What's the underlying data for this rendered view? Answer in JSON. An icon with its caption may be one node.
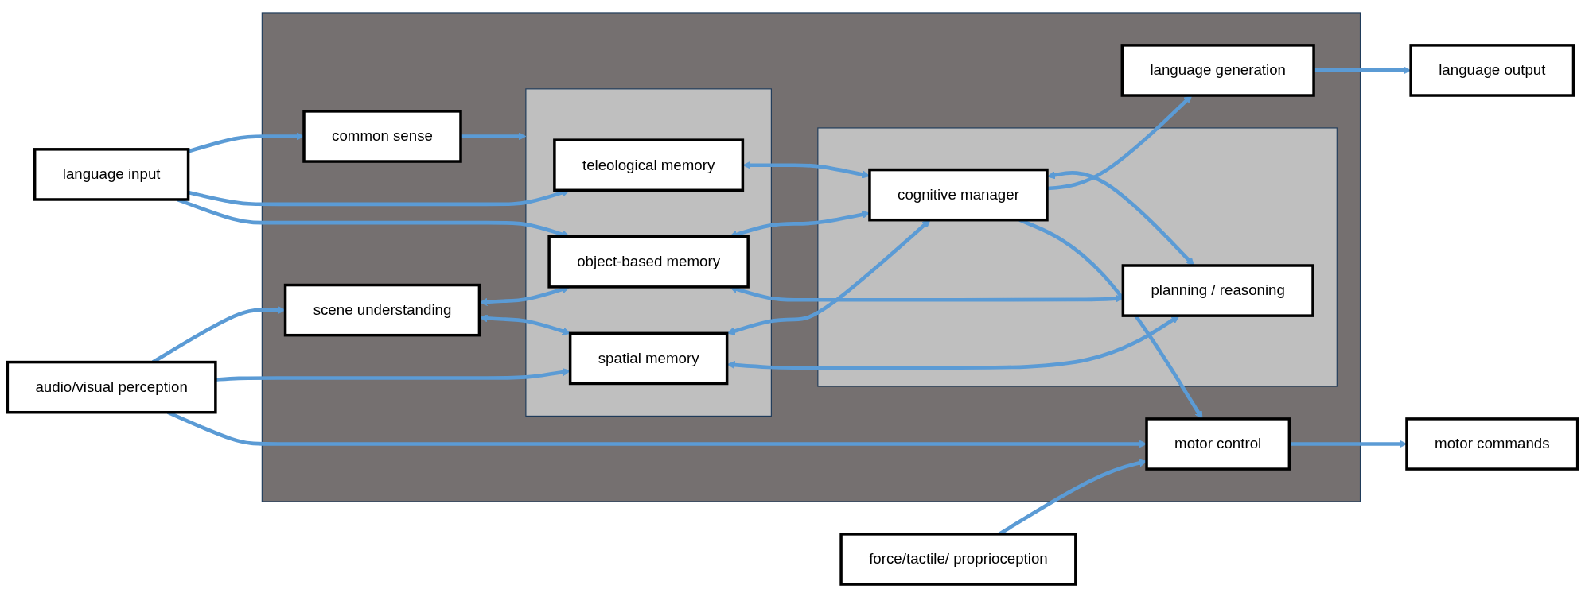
{
  "diagram": {
    "nodes": [
      {
        "text": [],
        "shape": "box"
      },
      {
        "text": [
          "language input"
        ]
      },
      {
        "text": [
          "common sense"
        ],
        "in": 0
      },
      {
        "text": [],
        "shape": "box",
        "in": 0
      },
      {
        "text": [
          "teleological memory"
        ],
        "in": 3
      },
      {
        "text": [
          "object-based memory"
        ],
        "in": 3
      },
      {
        "text": [
          "spatial memory"
        ],
        "in": 3
      },
      {
        "text": [
          "scene understanding"
        ],
        "in": 0
      },
      {
        "text": [],
        "shape": "box",
        "in": 0
      },
      {
        "text": [
          "cognitive manager"
        ],
        "in": 8
      },
      {
        "text": [
          "planning / reasoning"
        ],
        "in": 8
      },
      {
        "text": [
          "language generation"
        ],
        "in": 0
      },
      {
        "text": [
          "motor control"
        ],
        "in": 0
      },
      {
        "text": [
          "audio/visual perception"
        ]
      },
      {
        "text": [
          "force/tactile/ proprioception"
        ]
      },
      {
        "text": [
          "language output"
        ]
      },
      {
        "text": [
          "motor commands"
        ]
      }
    ],
    "edges": [
      {
        "from": 1,
        "to": 2,
        "arrow": "to"
      },
      {
        "from": 2,
        "to": 3,
        "arrow": "to"
      },
      {
        "from": 1,
        "to": 4,
        "arrow": "to"
      },
      {
        "from": 1,
        "to": 5,
        "arrow": "to"
      },
      {
        "from": 4,
        "to": 9,
        "arrow": "both"
      },
      {
        "from": 5,
        "to": 9,
        "arrow": "both"
      },
      {
        "from": 5,
        "to": 10,
        "arrow": "both"
      },
      {
        "from": 6,
        "to": 9,
        "arrow": "both"
      },
      {
        "from": 6,
        "to": 10,
        "arrow": "both"
      },
      {
        "from": 7,
        "to": 5,
        "arrow": "both"
      },
      {
        "from": 7,
        "to": 6,
        "arrow": "both"
      },
      {
        "from": 9,
        "to": 10,
        "arrow": "both"
      },
      {
        "from": 9,
        "to": 11,
        "arrow": "to"
      },
      {
        "from": 9,
        "to": 12,
        "arrow": "to"
      },
      {
        "from": 11,
        "to": 15,
        "arrow": "to"
      },
      {
        "from": 12,
        "to": 16,
        "arrow": "to"
      },
      {
        "from": 13,
        "to": 7,
        "arrow": "to"
      },
      {
        "from": 13,
        "to": 6,
        "arrow": "to"
      },
      {
        "from": 13,
        "to": 12,
        "arrow": "to"
      },
      {
        "from": 14,
        "to": 12,
        "arrow": "to"
      }
    ]
  }
}
